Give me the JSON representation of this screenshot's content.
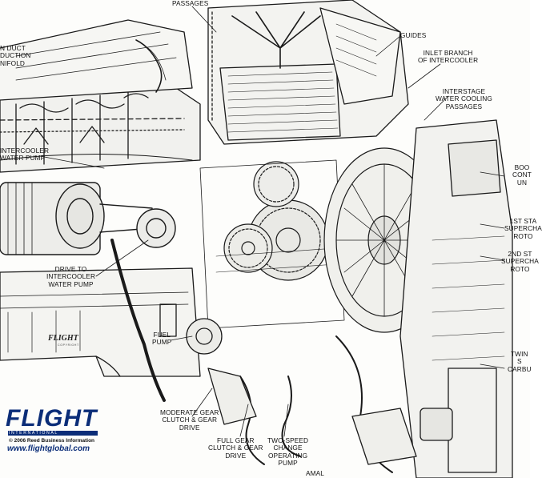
{
  "labels": {
    "passages": "PASSAGES",
    "duct_induction_manifold": "N DUCT\nDUCTION\nNIFOLD",
    "guides": "GUIDES",
    "inlet_branch": "INLET BRANCH\nOF INTERCOOLER",
    "interstage": "INTERSTAGE\nWATER COOLING\nPASSAGES",
    "intercooler_pump": "INTERCOOLER\nWATER PUMP",
    "boost_control": "BOO\nCONT\nUN",
    "stage1_rotor": "1st STA\nSUPERCHA\nROTO",
    "stage2_rotor": "2nd ST\nSUPERCHA\nROTO",
    "drive_to_pump": "DRIVE TO\nINTERCOOLER\nWATER PUMP",
    "fuel_pump": "FUEL\nPUMP",
    "twin_carb": "TWIN\nS\nCARBU",
    "moderate_gear": "MODERATE GEAR\nCLUTCH & GEAR\nDRIVE",
    "full_gear": "FULL GEAR\nCLUTCH & GEAR\nDRIVE",
    "two_speed": "TWO-SPEED\nCHANGE\nOPERATING\nPUMP",
    "amal": "AMAL"
  },
  "logo": {
    "word": "FLIGHT",
    "sub": "INTERNATIONAL",
    "copyright": "© 2006 Reed Business Information",
    "website": "www.flightglobal.com",
    "small_word": "FLIGHT",
    "small_sub": "COPYRIGHT"
  }
}
